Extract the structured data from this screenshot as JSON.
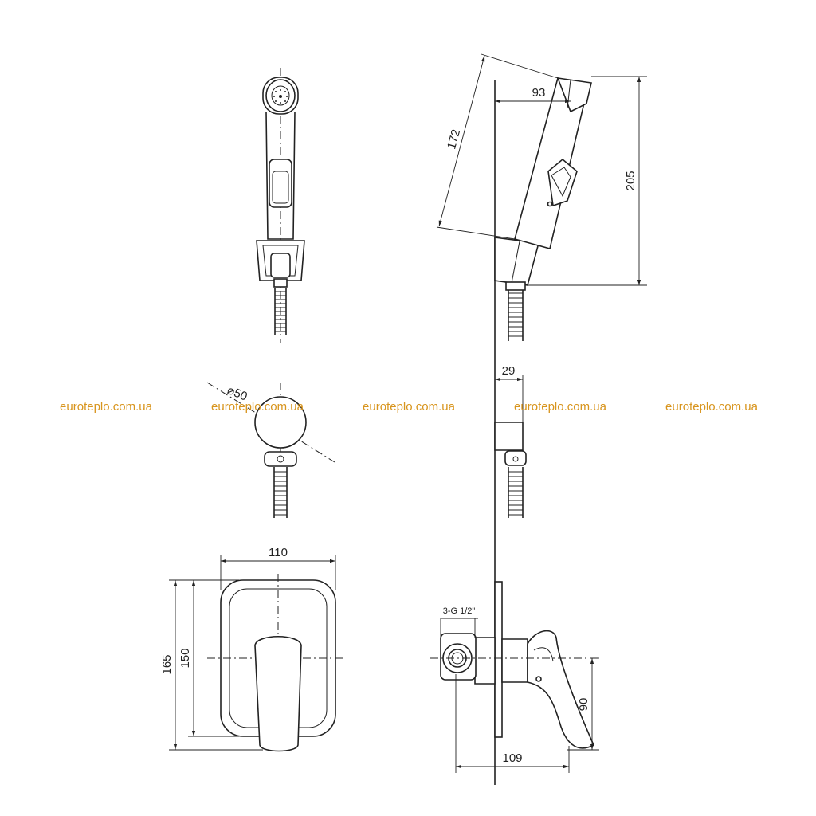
{
  "watermark": {
    "text": "euroteplo.com.ua",
    "color": "#d8951e"
  },
  "dimensions": {
    "d93": "93",
    "d172": "172",
    "d205": "205",
    "d29": "29",
    "d50": "⌀50",
    "d110": "110",
    "d165": "165",
    "d150": "150",
    "d90": "90",
    "d109": "109",
    "thread": "3-G 1/2\""
  }
}
